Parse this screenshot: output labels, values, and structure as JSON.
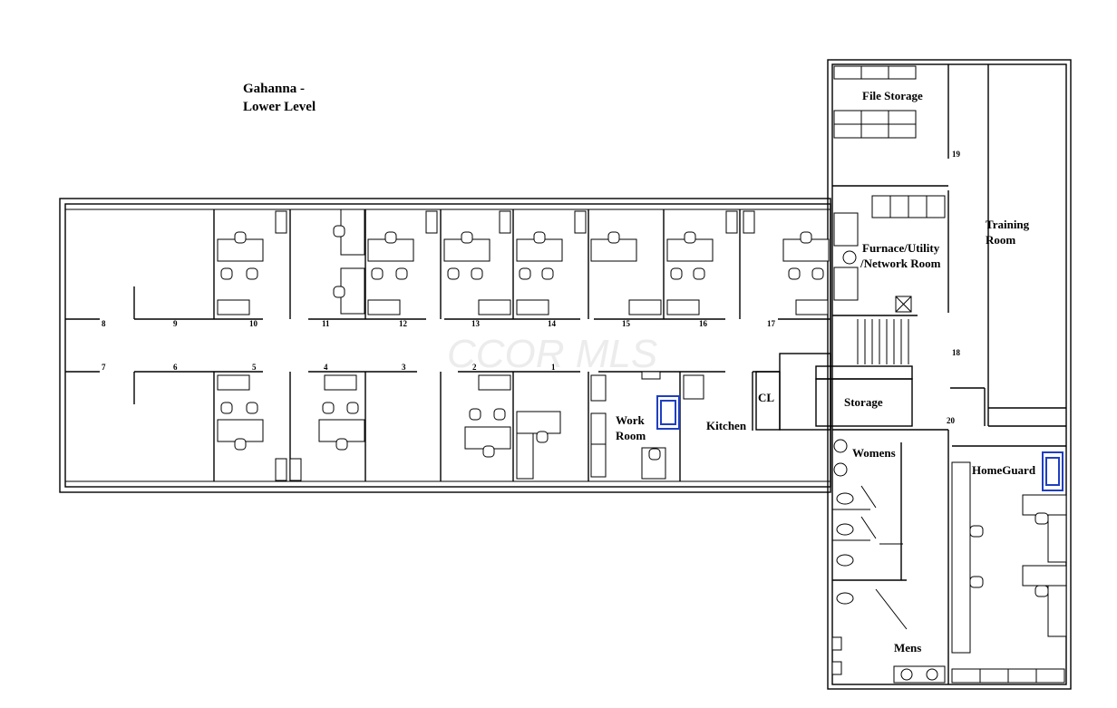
{
  "title_line1": "Gahanna -",
  "title_line2": "Lower Level",
  "watermark": "CCOR MLS",
  "rooms": {
    "file_storage": "File Storage",
    "training_line1": "Training",
    "training_line2": "Room",
    "furnace_line1": "Furnace/Utility",
    "furnace_line2": "/Network Room",
    "storage": "Storage",
    "closet": "CL",
    "kitchen": "Kitchen",
    "work_line1": "Work",
    "work_line2": "Room",
    "womens": "Womens",
    "mens": "Mens",
    "homeguard": "HomeGuard"
  },
  "door_numbers": {
    "n1": "1",
    "n2": "2",
    "n3": "3",
    "n4": "4",
    "n5": "5",
    "n6": "6",
    "n7": "7",
    "n8": "8",
    "n9": "9",
    "n10": "10",
    "n11": "11",
    "n12": "12",
    "n13": "13",
    "n14": "14",
    "n15": "15",
    "n16": "16",
    "n17": "17",
    "n18": "18",
    "n19": "19",
    "n20": "20"
  }
}
